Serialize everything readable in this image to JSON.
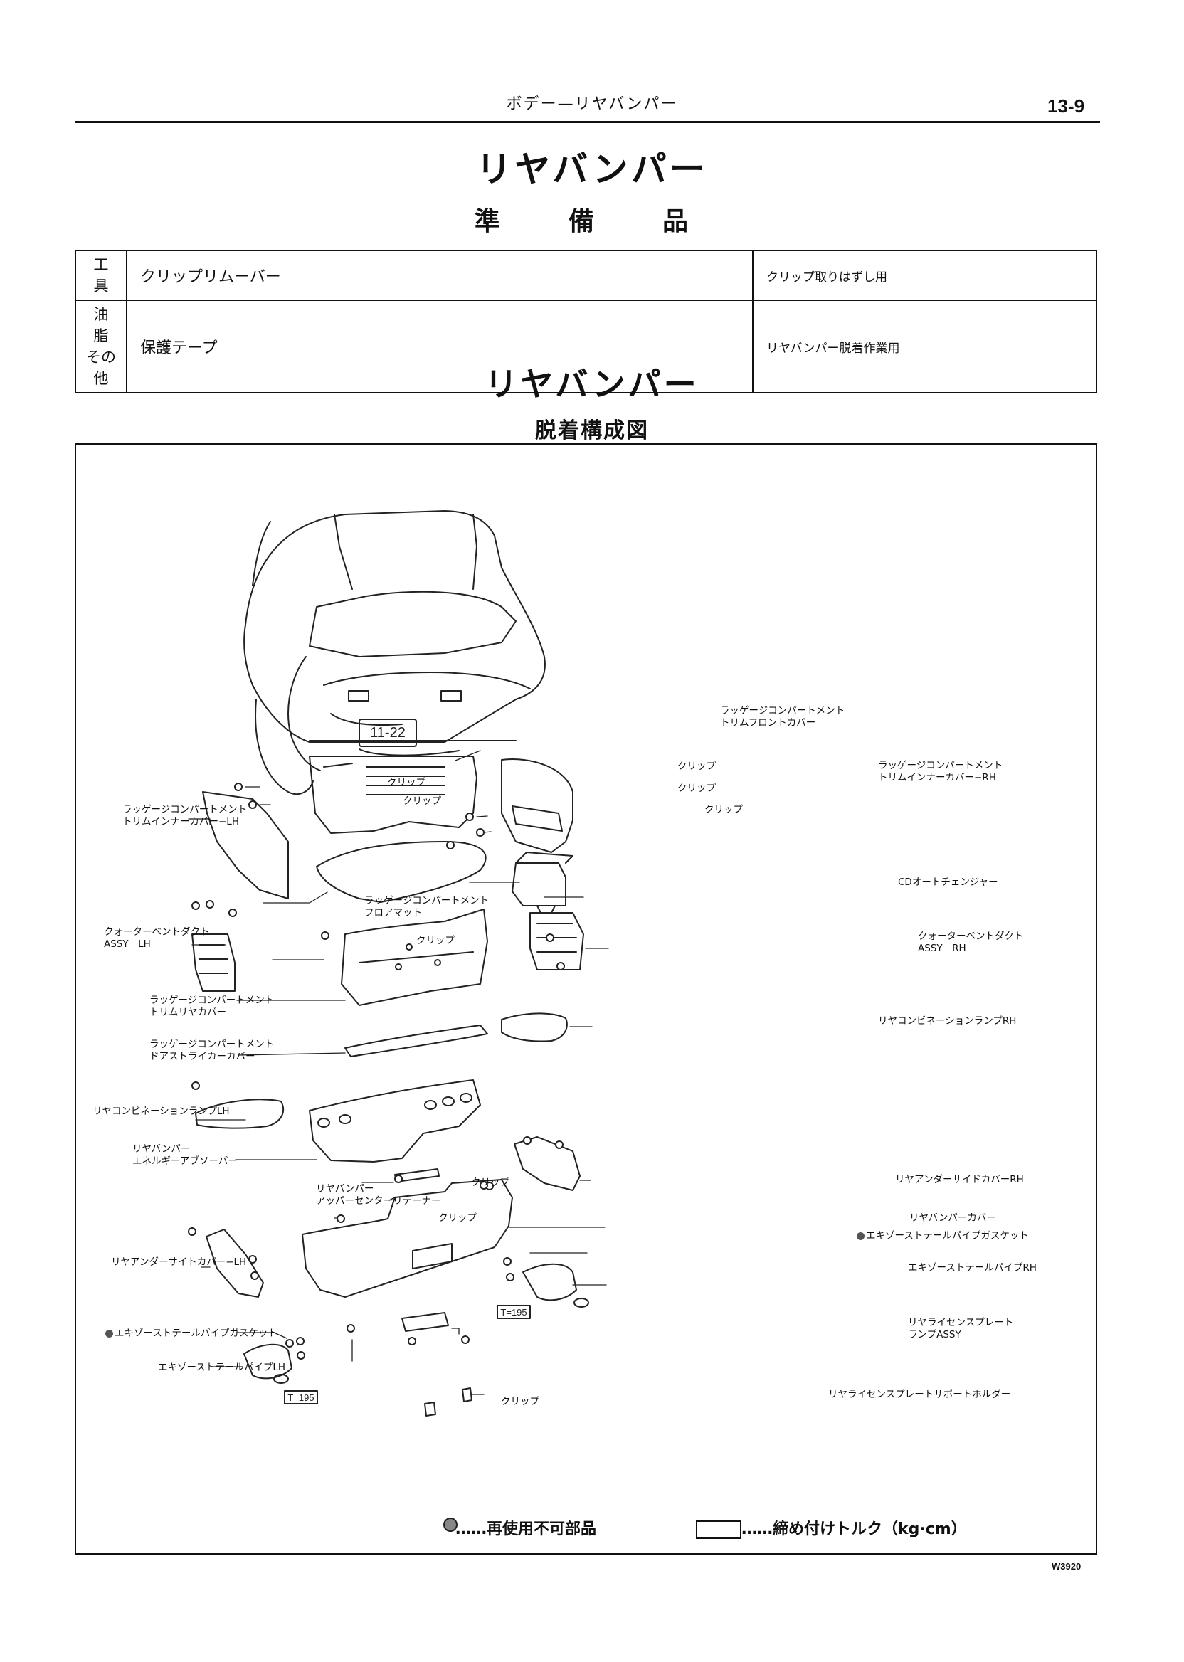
{
  "header": {
    "section": "ボデー—リヤバンパー",
    "page": "13-9"
  },
  "title": "リヤバンパー",
  "prep": {
    "heading": "準　備　品",
    "rows": [
      {
        "label_line1": "工　具",
        "label_line2": "",
        "item": "クリップリムーバー",
        "note": "クリップ取りはずし用"
      },
      {
        "label_line1": "油　脂",
        "label_line2": "その他",
        "item": "保護テープ",
        "note": "リヤバンパー脱着作業用"
      }
    ]
  },
  "section_title": "リヤバンパー",
  "diagram": {
    "caption": "脱着構成図",
    "plate_text": "11-22",
    "torque_value": "T=195",
    "labels": {
      "trim_front_cover_1": "ラッゲージコンパートメント",
      "trim_front_cover_2": "トリムフロントカバー",
      "clip_a": "クリップ",
      "clip_b": "クリップ",
      "clip_c": "クリップ",
      "clip_d": "クリップ",
      "clip_e": "クリップ",
      "inner_cover_rh_1": "ラッゲージコンパートメント",
      "inner_cover_rh_2": "トリムインナーカバー−RH",
      "inner_cover_lh_1": "ラッゲージコンパートメント",
      "inner_cover_lh_2": "トリムインナーカバー−LH",
      "cd_changer": "CDオートチェンジャー",
      "floor_mat_1": "ラッゲージコンパートメント",
      "floor_mat_2": "フロアマット",
      "duct_lh_1": "クォーターベントダクト",
      "duct_lh_2": "ASSY　LH",
      "clip_f": "クリップ",
      "duct_rh_1": "クォーターベントダクト",
      "duct_rh_2": "ASSY　RH",
      "rear_cover_1": "ラッゲージコンパートメント",
      "rear_cover_2": "トリムリヤカバー",
      "lamp_rh": "リヤコンビネーションランプRH",
      "striker_cover_1": "ラッゲージコンパートメント",
      "striker_cover_2": "ドアストライカーカバー",
      "lamp_lh": "リヤコンビネーションランプLH",
      "absorber_1": "リヤバンパー",
      "absorber_2": "エネルギーアブソーバー",
      "clip_g": "クリップ",
      "under_side_rh": "リヤアンダーサイドカバーRH",
      "retainer_1": "リヤバンパー",
      "retainer_2": "アッパーセンターリテーナー",
      "bumper_cover": "リヤバンパーカバー",
      "clip_h": "クリップ",
      "gasket_rh": "エキゾーストテールパイプガスケット",
      "under_side_lh": "リヤアンダーサイトカバー−LH",
      "tailpipe_rh": "エキゾーストテールパイプRH",
      "license_lamp_1": "リヤライセンスプレート",
      "license_lamp_2": "ランプASSY",
      "gasket_lh": "エキゾーストテールパイプガスケット",
      "tailpipe_lh": "エキゾーストテールパイプLH",
      "clip_i": "クリップ",
      "support_holder": "リヤライセンスプレートサポートホルダー"
    }
  },
  "legend": {
    "non_reusable": "……再使用不可部品",
    "torque": "……締め付けトルク（kg·cm）"
  },
  "figure_code": "W3920"
}
